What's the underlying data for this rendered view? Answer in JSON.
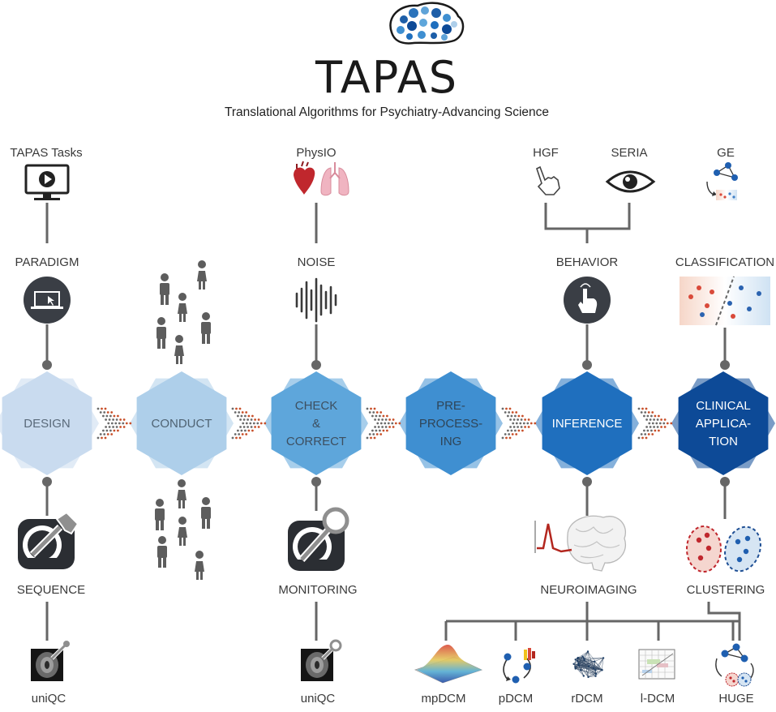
{
  "header": {
    "title": "TAPAS",
    "subtitle": "Translational Algorithms for Psychiatry-Advancing Science"
  },
  "top_tools": {
    "tasks": "TAPAS Tasks",
    "physio": "PhysIO",
    "hgf": "HGF",
    "seria": "SERIA",
    "ge": "GE"
  },
  "top_labels": {
    "paradigm": "PARADIGM",
    "noise": "NOISE",
    "behavior": "BEHAVIOR",
    "classification": "CLASSIFICATION"
  },
  "stages": [
    {
      "lines": [
        "DESIGN"
      ]
    },
    {
      "lines": [
        "CONDUCT"
      ]
    },
    {
      "lines": [
        "CHECK",
        "&",
        "CORRECT"
      ]
    },
    {
      "lines": [
        "PRE-",
        "PROCESS-",
        "ING"
      ]
    },
    {
      "lines": [
        "INFERENCE"
      ]
    },
    {
      "lines": [
        "CLINICAL",
        "APPLICA-",
        "TION"
      ]
    }
  ],
  "stage_colors": [
    "#c9dbef",
    "#aecfea",
    "#5ea6db",
    "#3f8fd1",
    "#1f6fbe",
    "#0d4a97"
  ],
  "stage_text_colors": [
    "#5a6a7a",
    "#4f6373",
    "#3d4f60",
    "#2f4558",
    "#ffffff",
    "#ffffff"
  ],
  "bottom_labels": {
    "sequence": "SEQUENCE",
    "monitoring": "MONITORING",
    "neuroimaging": "NEUROIMAGING",
    "clustering": "CLUSTERING"
  },
  "bottom_tools": {
    "uniqc_left": "uniQC",
    "uniqc_mid": "uniQC",
    "mpdcm": "mpDCM",
    "pdcm": "pDCM",
    "rdcm": "rDCM",
    "ldcm": "l-DCM",
    "huge": "HUGE"
  }
}
